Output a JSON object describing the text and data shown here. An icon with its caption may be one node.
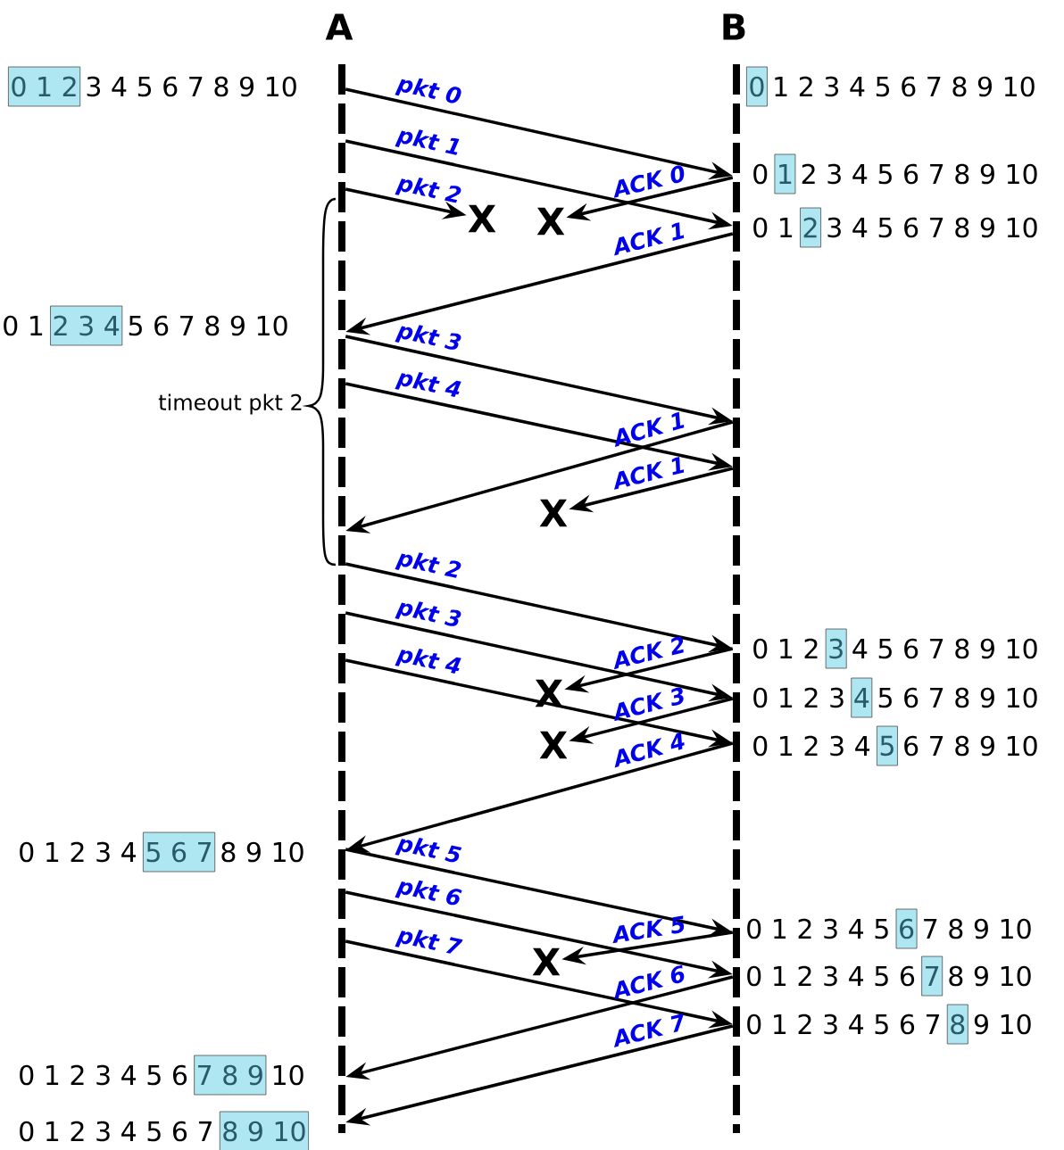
{
  "diagram": {
    "nodes": [
      {
        "text": [
          "A"
        ]
      },
      {
        "text": [
          "B"
        ]
      },
      {
        "text": [
          "0 1 2"
        ],
        "beside": [
          "3 4 5 6 7 8 9 10"
        ]
      },
      {
        "text": [
          "0"
        ],
        "beside": [
          "1 2 3 4 5 6 7 8 9 10"
        ]
      },
      {
        "text": [
          "1"
        ],
        "beside": [
          "0",
          "2 3 4 5 6 7 8 9 10"
        ]
      },
      {
        "text": [
          "2"
        ],
        "beside": [
          "0 1",
          "3 4 5 6 7 8 9 10"
        ]
      },
      {
        "text": [
          "2 3 4"
        ],
        "beside": [
          "0 1",
          "5 6 7 8 9 10"
        ]
      },
      {
        "text": [
          "3"
        ],
        "beside": [
          "0 1 2",
          "4 5 6 7 8 9 10"
        ]
      },
      {
        "text": [
          "4"
        ],
        "beside": [
          "0 1 2 3",
          "5 6 7 8 9 10"
        ]
      },
      {
        "text": [
          "5"
        ],
        "beside": [
          "0 1 2 3 4",
          "6 7 8 9 10"
        ]
      },
      {
        "text": [
          "5 6 7"
        ],
        "beside": [
          "0 1 2 3 4",
          "8 9 10"
        ]
      },
      {
        "text": [
          "6"
        ],
        "beside": [
          "0 1 2 3 4 5",
          "7 8 9 10"
        ]
      },
      {
        "text": [
          "7"
        ],
        "beside": [
          "0 1 2 3 4 5 6",
          "8 9 10"
        ]
      },
      {
        "text": [
          "8"
        ],
        "beside": [
          "0 1 2 3 4 5 6 7",
          "9 10"
        ]
      },
      {
        "text": [
          "7 8 9"
        ],
        "beside": [
          "0 1 2 3 4 5 6",
          "10"
        ]
      },
      {
        "text": [
          "8 9 10"
        ],
        "beside": [
          "0 1 2 3 4 5 6 7"
        ]
      },
      {
        "text": [
          "X"
        ]
      },
      {
        "text": [
          "X"
        ]
      },
      {
        "text": [
          "X"
        ]
      },
      {
        "text": [
          "X"
        ]
      },
      {
        "text": [
          "X"
        ]
      },
      {
        "text": [
          "X"
        ]
      }
    ],
    "edges": [
      {
        "from": 0,
        "to": 1,
        "arrow": "to",
        "label": "pkt 0"
      },
      {
        "from": 0,
        "to": 1,
        "arrow": "to",
        "label": "pkt 1"
      },
      {
        "from": 0,
        "to": 16,
        "arrow": "to",
        "label": "pkt 2"
      },
      {
        "from": 1,
        "to": 17,
        "arrow": "to",
        "label": "ACK 0"
      },
      {
        "from": 1,
        "to": 0,
        "arrow": "to",
        "label": "ACK 1"
      },
      {
        "from": 0,
        "to": 1,
        "arrow": "to",
        "label": "pkt 3"
      },
      {
        "from": 0,
        "to": 1,
        "arrow": "to",
        "label": "pkt 4"
      },
      {
        "from": 1,
        "to": 0,
        "arrow": "to",
        "label": "ACK 1"
      },
      {
        "from": 1,
        "to": 18,
        "arrow": "to",
        "label": "ACK 1"
      },
      {
        "from": 0,
        "to": 1,
        "arrow": "to",
        "label": "pkt 2"
      },
      {
        "from": 0,
        "to": 1,
        "arrow": "to",
        "label": "pkt 3"
      },
      {
        "from": 0,
        "to": 1,
        "arrow": "to",
        "label": "pkt 4"
      },
      {
        "from": 1,
        "to": 19,
        "arrow": "to",
        "label": "ACK 2"
      },
      {
        "from": 1,
        "to": 20,
        "arrow": "to",
        "label": "ACK 3"
      },
      {
        "from": 1,
        "to": 0,
        "arrow": "to",
        "label": "ACK 4"
      },
      {
        "from": 0,
        "to": 1,
        "arrow": "to",
        "label": "pkt 5"
      },
      {
        "from": 0,
        "to": 1,
        "arrow": "to",
        "label": "pkt 6"
      },
      {
        "from": 0,
        "to": 1,
        "arrow": "to",
        "label": "pkt 7"
      },
      {
        "from": 1,
        "to": 21,
        "arrow": "to",
        "label": "ACK 5"
      },
      {
        "from": 1,
        "to": 0,
        "arrow": "to",
        "label": "ACK 6"
      },
      {
        "from": 1,
        "to": 0,
        "arrow": "to",
        "label": "ACK 7"
      }
    ],
    "labels": [
      "timeout pkt 2"
    ]
  }
}
